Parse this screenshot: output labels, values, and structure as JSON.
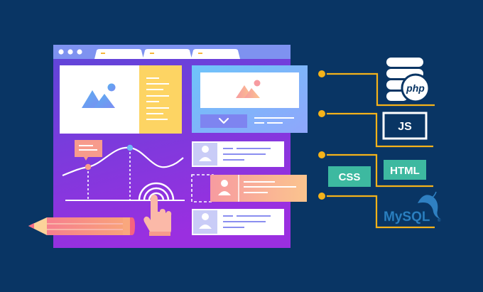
{
  "labels": {
    "php": "php",
    "js": "JS",
    "css": "CSS",
    "html": "HTML",
    "mysql": "MySQL"
  },
  "colors": {
    "background": "#093564",
    "connector": "#F5B21A",
    "css_badge": "#3DB9A0",
    "html_badge": "#3DB9A0",
    "mysql_text": "#2F80C2",
    "window_gradient_top": "#5D46D8",
    "window_gradient_bottom": "#9A2FE0"
  },
  "icons": [
    "image-icon",
    "chevron-down-icon",
    "user-icon",
    "tap-hand-icon",
    "pencil-icon",
    "database-icon",
    "dolphin-icon"
  ]
}
